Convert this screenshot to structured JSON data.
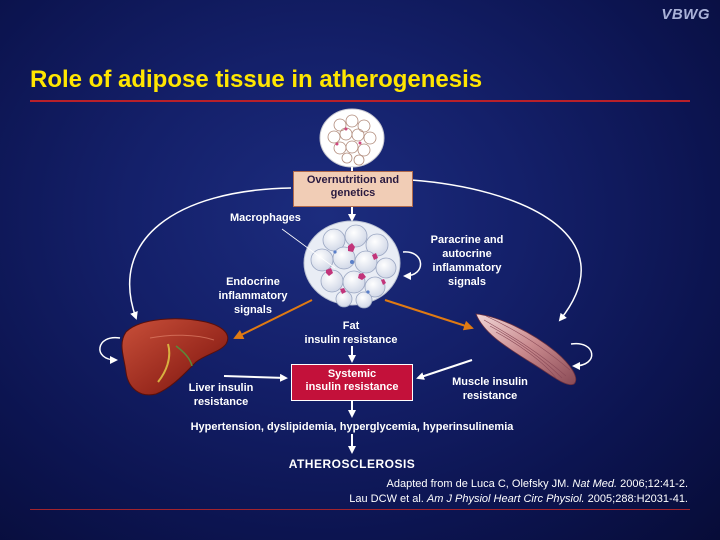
{
  "slide": {
    "logo": "VBWG",
    "title": "Role of adipose tissue in atherogenesis"
  },
  "diagram": {
    "overnutrition": {
      "line1": "Overnutrition and",
      "line2": "genetics"
    },
    "macrophages": "Macrophages",
    "paracrine": {
      "line1": "Paracrine and",
      "line2": "autocrine",
      "line3": "inflammatory",
      "line4": "signals"
    },
    "endocrine": {
      "line1": "Endocrine",
      "line2": "inflammatory",
      "line3": "signals"
    },
    "fat": {
      "line1": "Fat",
      "line2": "insulin resistance"
    },
    "systemic": {
      "line1": "Systemic",
      "line2": "insulin resistance"
    },
    "liver": {
      "line1": "Liver insulin",
      "line2": "resistance"
    },
    "muscle": {
      "line1": "Muscle insulin",
      "line2": "resistance"
    },
    "outcomes": "Hypertension, dyslipidemia, hyperglycemia, hyperinsulinemia",
    "atherosclerosis": "ATHEROSCLEROSIS"
  },
  "references": {
    "ref1": {
      "prefix": "Adapted from de Luca C, Olefsky JM. ",
      "journal": "Nat Med.",
      "suffix": " 2006;12:41-2."
    },
    "ref2": {
      "prefix": "Lau DCW et al. ",
      "journal": "Am J Physiol Heart Circ Physiol.",
      "suffix": " 2005;288:H2031-41."
    }
  },
  "colors": {
    "title": "#ffe600",
    "rule": "#b8202a",
    "systemic_box": "#c3113a",
    "overnutrition_box": "#f1cdb6",
    "signal_arrow": "#e07a12"
  }
}
